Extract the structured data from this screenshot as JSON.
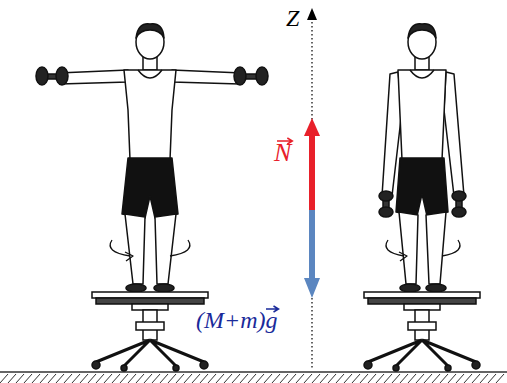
{
  "diagram": {
    "labels": [
      "Z",
      "N",
      "(M+m)g"
    ]
  }
}
